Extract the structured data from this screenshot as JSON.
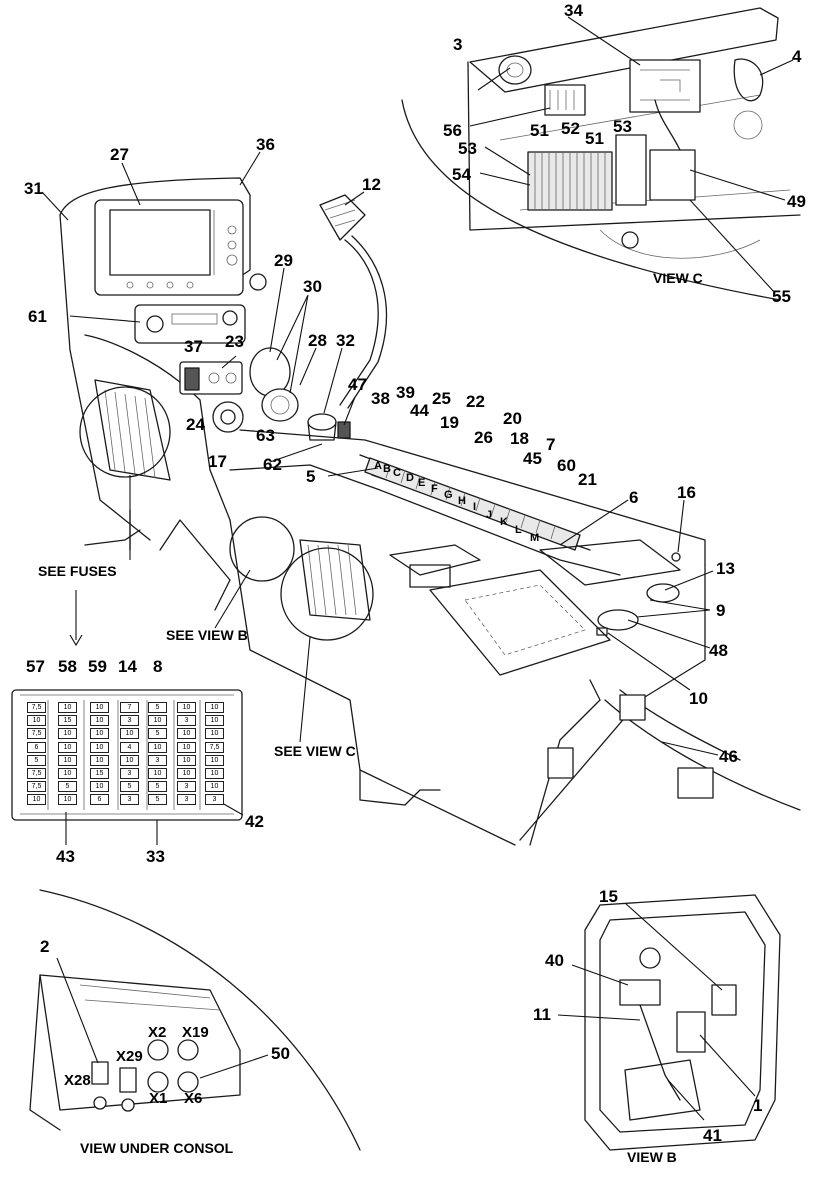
{
  "captions": {
    "view_c": "VIEW C",
    "see_fuses": "SEE FUSES",
    "see_view_b": "SEE VIEW B",
    "see_view_c": "SEE VIEW C",
    "view_under_console": "VIEW UNDER CONSOL",
    "view_b": "VIEW B"
  },
  "callouts": {
    "c1": "1",
    "c2": "2",
    "c3": "3",
    "c4": "4",
    "c5": "5",
    "c6": "6",
    "c7": "7",
    "c8": "8",
    "c9": "9",
    "c10": "10",
    "c11": "11",
    "c12": "12",
    "c13": "13",
    "c14": "14",
    "c15": "15",
    "c16": "16",
    "c17": "17",
    "c18": "18",
    "c19": "19",
    "c20": "20",
    "c21": "21",
    "c22": "22",
    "c23": "23",
    "c24": "24",
    "c25": "25",
    "c26": "26",
    "c27": "27",
    "c28": "28",
    "c29": "29",
    "c30": "30",
    "c31": "31",
    "c32": "32",
    "c33": "33",
    "c34": "34",
    "c36": "36",
    "c37": "37",
    "c38": "38",
    "c39": "39",
    "c40": "40",
    "c41": "41",
    "c42": "42",
    "c43": "43",
    "c44": "44",
    "c45": "45",
    "c46": "46",
    "c47": "47",
    "c48": "48",
    "c49": "49",
    "c50": "50",
    "c51a": "51",
    "c51b": "51",
    "c52": "52",
    "c53a": "53",
    "c53b": "53",
    "c54": "54",
    "c55": "55",
    "c56": "56",
    "c57": "57",
    "c58": "58",
    "c59": "59",
    "c60": "60",
    "c61": "61",
    "c62": "62",
    "c63": "63"
  },
  "switch_letters": [
    "A",
    "B",
    "C",
    "D",
    "E",
    "F",
    "G",
    "H",
    "I",
    "J",
    "K",
    "L",
    "M"
  ],
  "connectors": {
    "x2": "X2",
    "x19": "X19",
    "x29": "X29",
    "x28": "X28",
    "x1": "X1",
    "x6": "X6"
  },
  "fuse_columns": [
    [
      "7,5",
      "10",
      "7,5",
      "6",
      "5",
      "7,5",
      "7,5",
      "10"
    ],
    [
      "10",
      "15",
      "10",
      "10",
      "10",
      "10",
      "5",
      "10"
    ],
    [
      "10",
      "10",
      "10",
      "10",
      "10",
      "15",
      "10",
      "6"
    ],
    [
      "7",
      "3",
      "10",
      "4",
      "10",
      "3",
      "5",
      "3"
    ],
    [
      "5",
      "10",
      "5",
      "10",
      "3",
      "10",
      "5",
      "5"
    ],
    [
      "10",
      "3",
      "10",
      "10",
      "10",
      "10",
      "3",
      "3"
    ],
    [
      "10",
      "10",
      "10",
      "7,5",
      "10",
      "10",
      "10",
      "3"
    ]
  ]
}
